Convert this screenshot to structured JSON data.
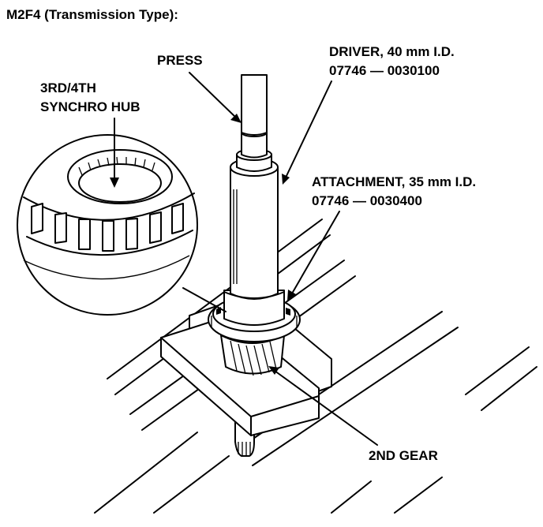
{
  "title": "M2F4 (Transmission Type):",
  "labels": {
    "press": "PRESS",
    "driver_line1": "DRIVER, 40 mm I.D.",
    "driver_line2": "07746 — 0030100",
    "hub_line1": "3RD/4TH",
    "hub_line2": "SYNCHRO HUB",
    "attachment_line1": "ATTACHMENT, 35 mm I.D.",
    "attachment_line2": "07746 — 0030400",
    "second_gear": "2ND GEAR"
  },
  "colors": {
    "ink": "#000000",
    "paper": "#ffffff"
  }
}
